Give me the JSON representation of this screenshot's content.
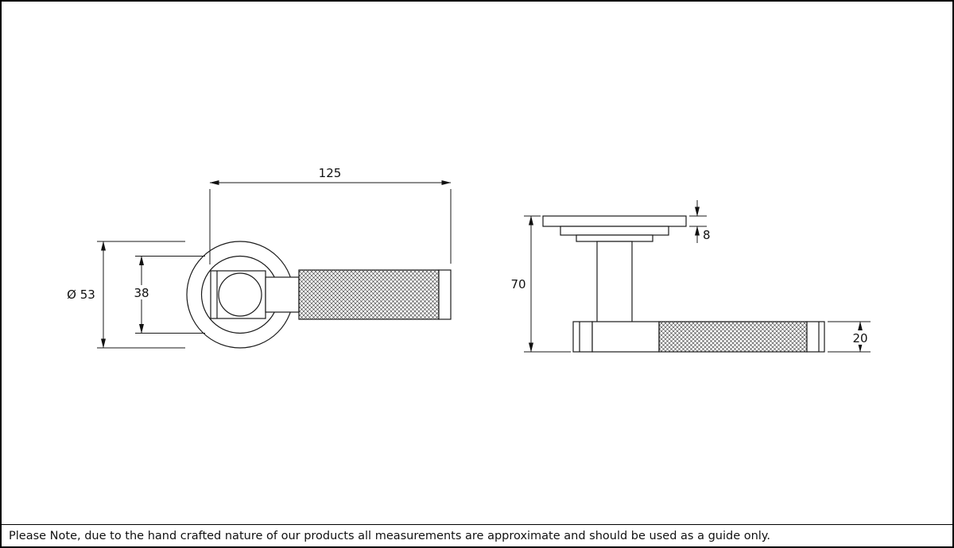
{
  "note": {
    "text": "Please Note, due to the hand crafted nature of our products all measurements are approximate and should be used as a guide only."
  },
  "dimensions": {
    "lever_length": "125",
    "rose_diameter": "Ø 53",
    "inner_rose_diameter": "38",
    "rose_thickness": "8",
    "projection": "70",
    "grip_diameter": "20"
  },
  "colors": {
    "line": "#1a1a1a",
    "background": "#ffffff"
  }
}
